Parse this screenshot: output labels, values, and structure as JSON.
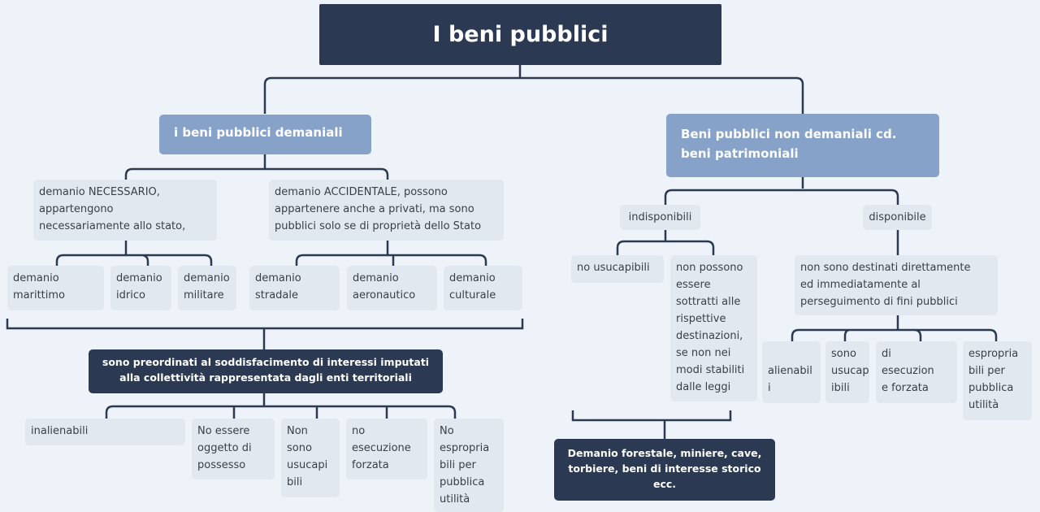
{
  "title": "I beni pubblici",
  "demaniali": {
    "label": "i beni pubblici demaniali",
    "necessario": "demanio NECESSARIO,\nappartengono\nnecessariamente allo stato,",
    "accidentale": "demanio ACCIDENTALE, possono\nappartenere anche a privati, ma sono\npubblici solo se di proprietà dello Stato",
    "types": [
      "demanio\nmarittimo",
      "demanio\nidrico",
      "demanio\nmilitare",
      "demanio\nstradale",
      "demanio\naeronautico",
      "demanio\nculturale"
    ],
    "summary": "sono preordinati al soddisfacimento di interessi imputati\nalla collettività rappresentata dagli enti territoriali",
    "features": [
      "inalienabili",
      "No essere\noggetto di\npossesso",
      "Non\nsono\nusucapi\nbili",
      "no\nesecuzione\nforzata",
      "No\nespropria\nbili per\npubblica\nutilità"
    ]
  },
  "patrimoniali": {
    "label": "Beni pubblici non demaniali cd.\nbeni patrimoniali",
    "indisponibili": {
      "label": "indisponibili",
      "items": [
        "no usucapibili",
        "non possono\nessere\nsottratti alle\nrispettive\ndestinazioni,\nse non nei\nmodi stabiliti\ndalle leggi"
      ],
      "examples": "Demanio forestale, miniere, cave,\ntorbiere, beni di interesse storico\necc."
    },
    "disponibile": {
      "label": "disponibile",
      "description": "non sono destinati direttamente\ned immediatamente al\nperseguimento di fini pubblici",
      "items": [
        "alienabil\ni",
        "sono\nusucap\nibili",
        "di\nesecuzion\ne forzata",
        "espropria\nbili per\npubblica\nutilità"
      ]
    }
  }
}
